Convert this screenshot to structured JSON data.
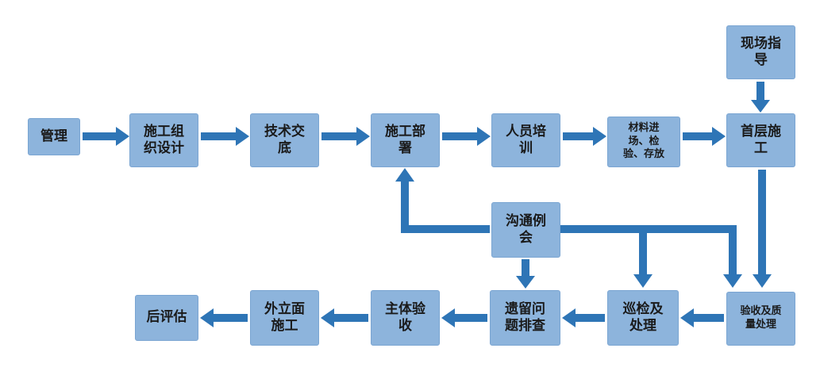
{
  "diagram": {
    "type": "flowchart",
    "nodes": {
      "management": {
        "label": "管理"
      },
      "org_design": {
        "label": "施工组\n织设计"
      },
      "tech_disclosure": {
        "label": "技术交\n底"
      },
      "deployment": {
        "label": "施工部\n署"
      },
      "training": {
        "label": "人员培\n训"
      },
      "materials": {
        "label": "材料进\n场、检\n验、存放"
      },
      "first_floor": {
        "label": "首层施\n工"
      },
      "site_guidance": {
        "label": "现场指\n导"
      },
      "meeting": {
        "label": "沟通例\n会"
      },
      "leftover_issues": {
        "label": "遗留问\n题排查"
      },
      "inspection": {
        "label": "巡检及\n处理"
      },
      "acceptance_quality": {
        "label": "验收及质\n量处理"
      },
      "main_acceptance": {
        "label": "主体验\n收"
      },
      "facade": {
        "label": "外立面\n施工"
      },
      "post_evaluation": {
        "label": "后评估"
      }
    },
    "edges": [
      {
        "from": "management",
        "to": "org_design"
      },
      {
        "from": "org_design",
        "to": "tech_disclosure"
      },
      {
        "from": "tech_disclosure",
        "to": "deployment"
      },
      {
        "from": "deployment",
        "to": "training"
      },
      {
        "from": "training",
        "to": "materials"
      },
      {
        "from": "materials",
        "to": "first_floor"
      },
      {
        "from": "site_guidance",
        "to": "first_floor"
      },
      {
        "from": "meeting",
        "to": "deployment"
      },
      {
        "from": "meeting",
        "to": "leftover_issues"
      },
      {
        "from": "meeting",
        "to": "inspection"
      },
      {
        "from": "meeting",
        "to": "acceptance_quality"
      },
      {
        "from": "first_floor",
        "to": "acceptance_quality"
      },
      {
        "from": "acceptance_quality",
        "to": "inspection"
      },
      {
        "from": "inspection",
        "to": "leftover_issues"
      },
      {
        "from": "leftover_issues",
        "to": "main_acceptance"
      },
      {
        "from": "main_acceptance",
        "to": "facade"
      },
      {
        "from": "facade",
        "to": "post_evaluation"
      }
    ],
    "colors": {
      "box_fill": "#8DB4DC",
      "box_border": "#7AA5D2",
      "arrow": "#2E75B6",
      "text": "#1A1A1A",
      "background": "#FFFFFF"
    }
  }
}
